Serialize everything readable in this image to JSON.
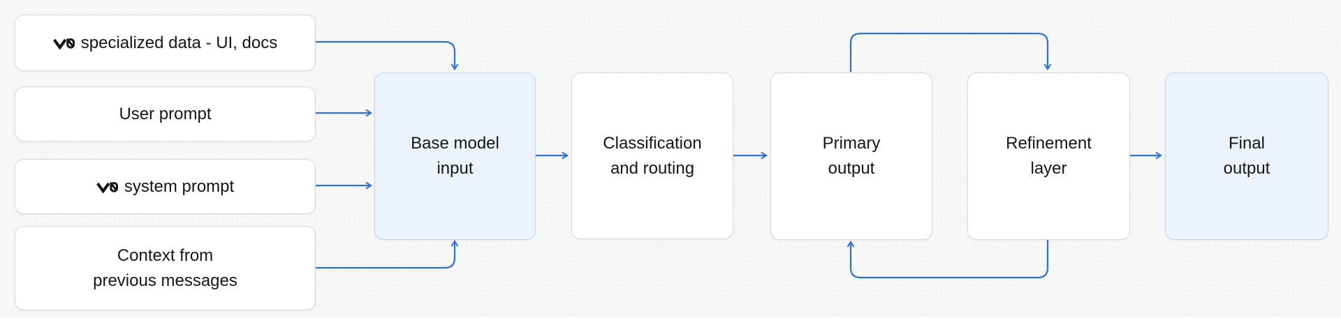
{
  "colors": {
    "arrow": "#2B72D6",
    "text": "#151515",
    "node_fill": "#FFFFFF",
    "node_border": "#D5D6D8",
    "highlight_fill": "#EDF3FB",
    "highlight_border": "#C5D1E4",
    "background": "#F7F7F8",
    "strip": "#FFFFFF"
  },
  "diagram": {
    "inputs": [
      {
        "icon": "v0-logo",
        "text": "specialized data - UI, docs"
      },
      {
        "icon": null,
        "text": "User prompt"
      },
      {
        "icon": "v0-logo",
        "text": "system prompt"
      },
      {
        "icon": null,
        "line1": "Context from",
        "line2": "previous messages"
      }
    ],
    "stages": [
      {
        "line1": "Base model",
        "line2": "input",
        "highlighted": true
      },
      {
        "line1": "Classification",
        "line2": "and routing",
        "highlighted": false
      },
      {
        "line1": "Primary",
        "line2": "output",
        "highlighted": false
      },
      {
        "line1": "Refinement",
        "line2": "layer",
        "highlighted": false
      },
      {
        "line1": "Final",
        "line2": "output",
        "highlighted": true
      }
    ],
    "connections": [
      {
        "from": "v0 specialized data - UI, docs",
        "to": "Base model input"
      },
      {
        "from": "User prompt",
        "to": "Base model input"
      },
      {
        "from": "v0 system prompt",
        "to": "Base model input"
      },
      {
        "from": "Context from previous messages",
        "to": "Base model input"
      },
      {
        "from": "Base model input",
        "to": "Classification and routing"
      },
      {
        "from": "Classification and routing",
        "to": "Primary output"
      },
      {
        "from": "Primary output",
        "to": "Refinement layer"
      },
      {
        "from": "Refinement layer",
        "to": "Primary output"
      },
      {
        "from": "Refinement layer",
        "to": "Final output"
      }
    ]
  }
}
